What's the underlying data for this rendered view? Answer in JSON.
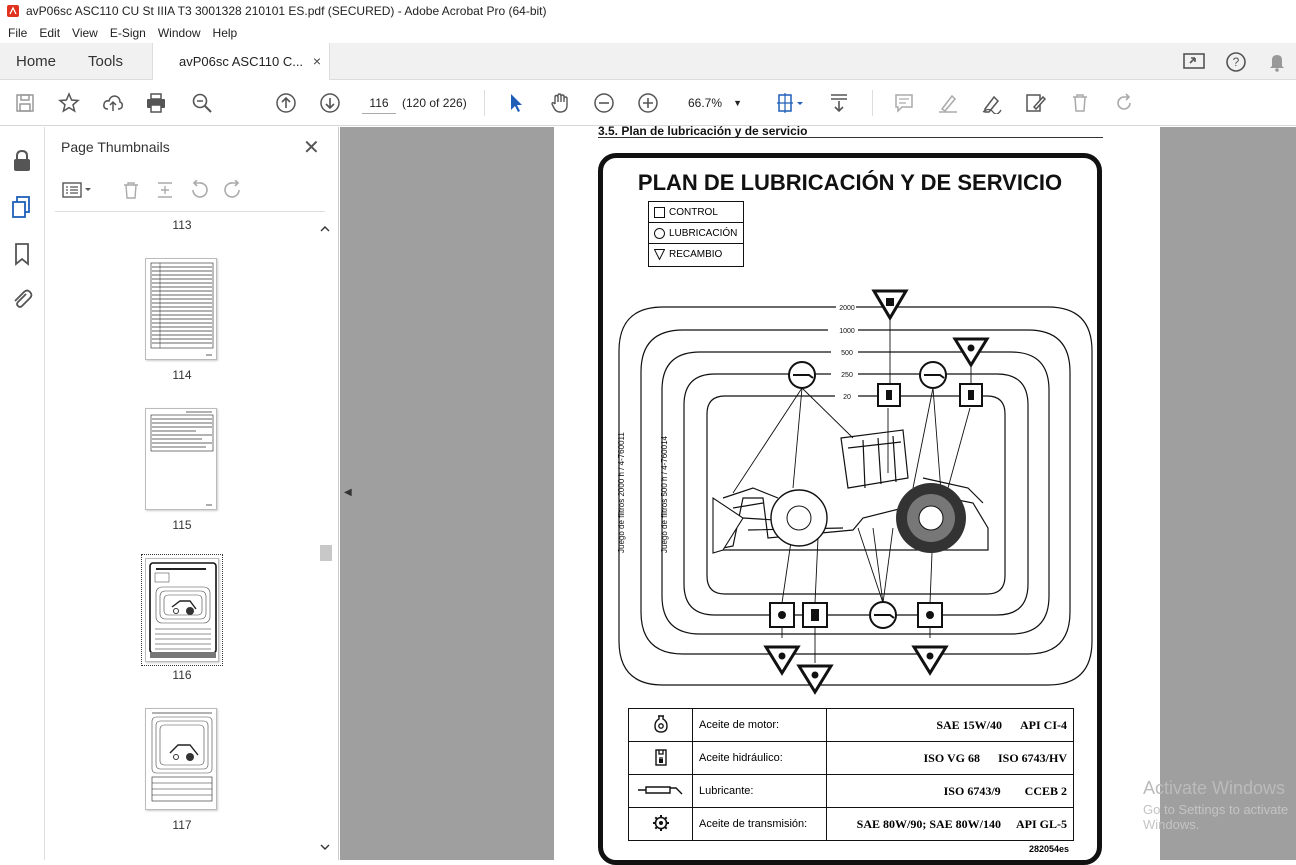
{
  "window": {
    "title": "avP06sc ASC110 CU St IIIA T3 3001328 210101 ES.pdf (SECURED) - Adobe Acrobat Pro (64-bit)"
  },
  "menu": [
    "File",
    "Edit",
    "View",
    "E-Sign",
    "Window",
    "Help"
  ],
  "tabs": {
    "home": "Home",
    "tools": "Tools",
    "doc": "avP06sc ASC110 C...",
    "close": "×"
  },
  "toolbar": {
    "page_current": "116",
    "page_of": "(120 of 226)",
    "zoom": "66.7%"
  },
  "panel": {
    "title": "Page Thumbnails",
    "close": "✕",
    "thumbnails": [
      {
        "label": "113"
      },
      {
        "label": "114"
      },
      {
        "label": "115"
      },
      {
        "label": "116",
        "selected": true
      },
      {
        "label": "117"
      }
    ]
  },
  "document": {
    "section_header": "3.5.    Plan de lubricación y de servicio",
    "plan_title": "PLAN DE LUBRICACIÓN Y DE SERVICIO",
    "legend": [
      "CONTROL",
      "LUBRICACIÓN",
      "RECAMBIO"
    ],
    "hours": [
      "2000",
      "1000",
      "500",
      "250",
      "20"
    ],
    "filter_labels": [
      "Juego de filtros 2000 h / 4-760011",
      "Juego de filtros 500 h / 4-760014"
    ],
    "specs": [
      {
        "icon": "engine-oil-icon",
        "label": "Aceite de motor:",
        "v1": "SAE 15W/40",
        "v2": "API CI-4"
      },
      {
        "icon": "hydraulic-oil-icon",
        "label": "Aceite hidráulico:",
        "v1": "ISO VG 68",
        "v2": "ISO 6743/HV"
      },
      {
        "icon": "grease-gun-icon",
        "label": "Lubricante:",
        "v1": "ISO 6743/9",
        "v2": "CCEB 2"
      },
      {
        "icon": "gear-icon",
        "label": "Aceite de transmisión:",
        "v1": "SAE 80W/90; SAE 80W/140",
        "v2": "API GL-5"
      }
    ],
    "doc_id": "282054es"
  },
  "watermark": {
    "line1": "Activate Windows",
    "line2": "Go to Settings to activate Windows."
  }
}
